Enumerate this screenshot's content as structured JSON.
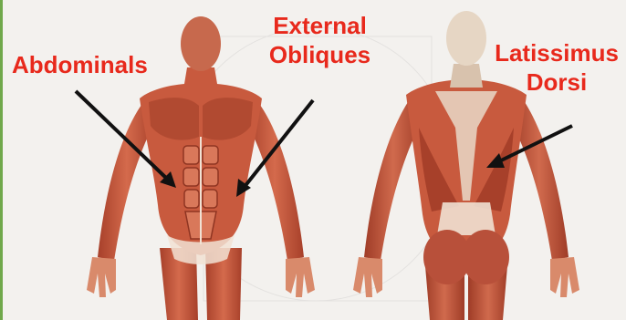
{
  "colors": {
    "label_text": "#e8291c",
    "skin": "#d98a6b",
    "muscle": "#c85a3e",
    "muscle_dark": "#a7402a",
    "tendon": "#f1e2d4",
    "bone": "#f2e8dc",
    "arrow": "#111111",
    "frame_border": "#70a84b",
    "background": "#f3f1ee"
  },
  "labels": {
    "abdominals": "Abdominals",
    "external_obliques": [
      "External",
      "Obliques"
    ],
    "latissimus_dorsi": [
      "Latissimus",
      "Dorsi"
    ]
  },
  "figures": [
    {
      "view": "anterior"
    },
    {
      "view": "posterior"
    }
  ]
}
